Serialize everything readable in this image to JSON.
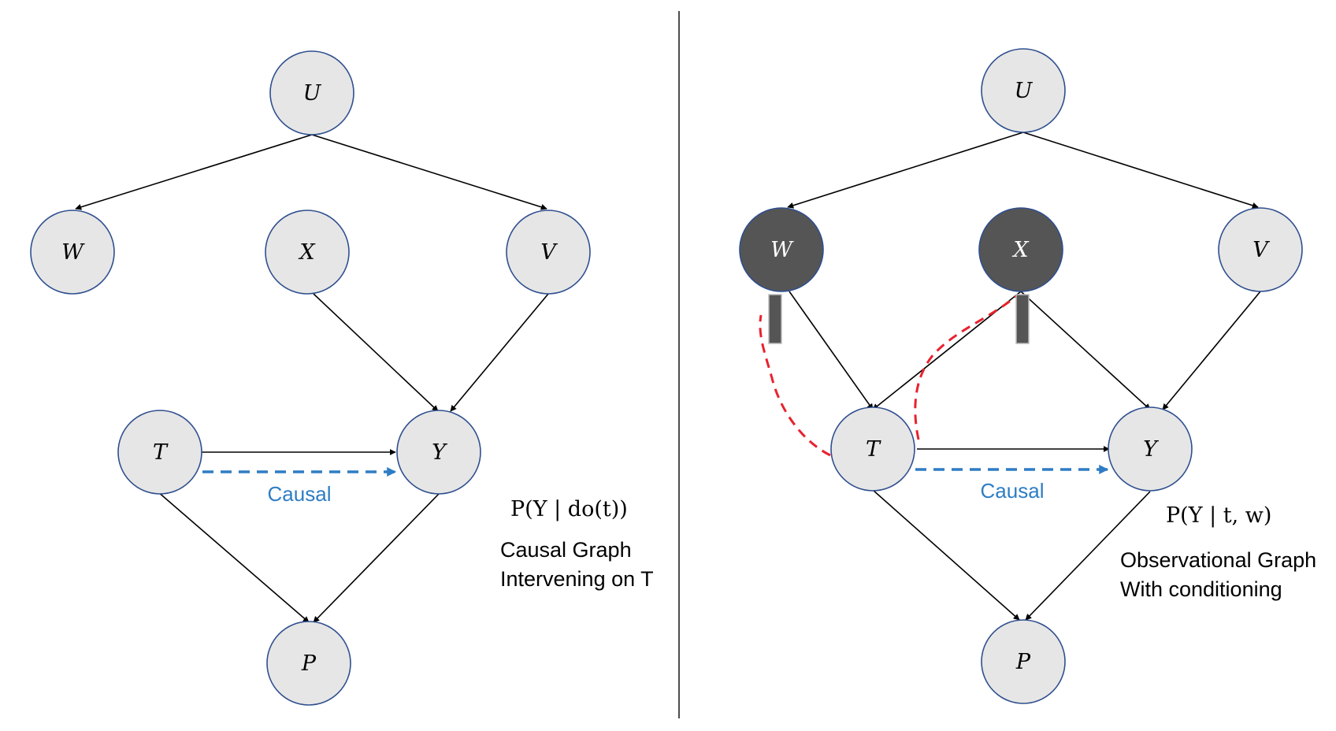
{
  "colors": {
    "node_fill": "#e6e6e6",
    "node_stroke": "#2f4f8f",
    "conditioned_fill": "#555555",
    "causal_blue": "#2e7dc4",
    "path_red": "#e8222e"
  },
  "left_panel": {
    "nodes": {
      "U": "U",
      "W": "W",
      "X": "X",
      "V": "V",
      "T": "T",
      "Y": "Y",
      "P": "P"
    },
    "causal_label": "Causal",
    "formula": "P(Y | do(t))",
    "caption_line1": "Causal Graph",
    "caption_line2": "Intervening on T"
  },
  "right_panel": {
    "nodes": {
      "U": "U",
      "W": "W",
      "X": "X",
      "V": "V",
      "T": "T",
      "Y": "Y",
      "P": "P"
    },
    "conditioned_nodes": [
      "W",
      "X"
    ],
    "causal_label": "Causal",
    "formula": "P(Y | t, w)",
    "caption_line1": "Observational Graph",
    "caption_line2": "With conditioning"
  }
}
